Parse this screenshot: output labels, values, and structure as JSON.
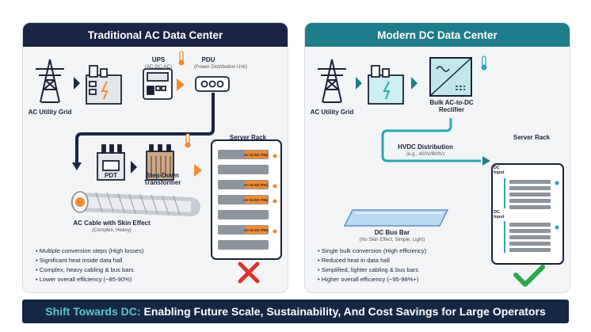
{
  "ac": {
    "title": "Traditional AC Data Center",
    "grid_label": "AC Utility Grid",
    "ups_label": "UPS",
    "ups_sub": "(AC-DC-AC)",
    "pdu_label": "PDU",
    "pdu_sub": "(Power Distribution Unit)",
    "pdt_label": "PDT",
    "transformer_label": "Step-Down Transformer",
    "rack_label": "Server Rack",
    "psu_label": "AC-to-DC PSU",
    "cable_label": "AC Cable with Skin Effect",
    "cable_sub": "(Complex, Heavy)",
    "bullets": [
      "Multiple conversion steps (High losses)",
      "Significant heat inside data hall",
      "Complex, heavy cabling & bus bars",
      "Lower overall efficiency (~85-90%)"
    ],
    "verdict_icon": "red-x-icon",
    "accent": "#f28a2e"
  },
  "dc": {
    "title": "Modern DC Data Center",
    "grid_label": "AC Utility Grid",
    "rectifier_label": "Bulk AC-to-DC Rectifier",
    "hvdc_label": "HVDC Distribution",
    "hvdc_sub": "(e.g., 400V/800V)",
    "busbar_label": "DC Bus Bar",
    "busbar_sub": "(No Skin Effect, Simple, Light)",
    "rack_label": "Server Rack",
    "dc_input_label": "DC Input",
    "bullets": [
      "Single bulk conversion (High efficiency)",
      "Reduced heat in data hall",
      "Simplified, lighter cabling & bus bars",
      "Higher overall efficiency (~95-98%+)"
    ],
    "verdict_icon": "green-check-icon",
    "accent": "#2aa7b5"
  },
  "footer": {
    "highlight": "Shift Towards DC:",
    "text": "Enabling Future Scale, Sustainability, And Cost Savings for Large Operators"
  }
}
